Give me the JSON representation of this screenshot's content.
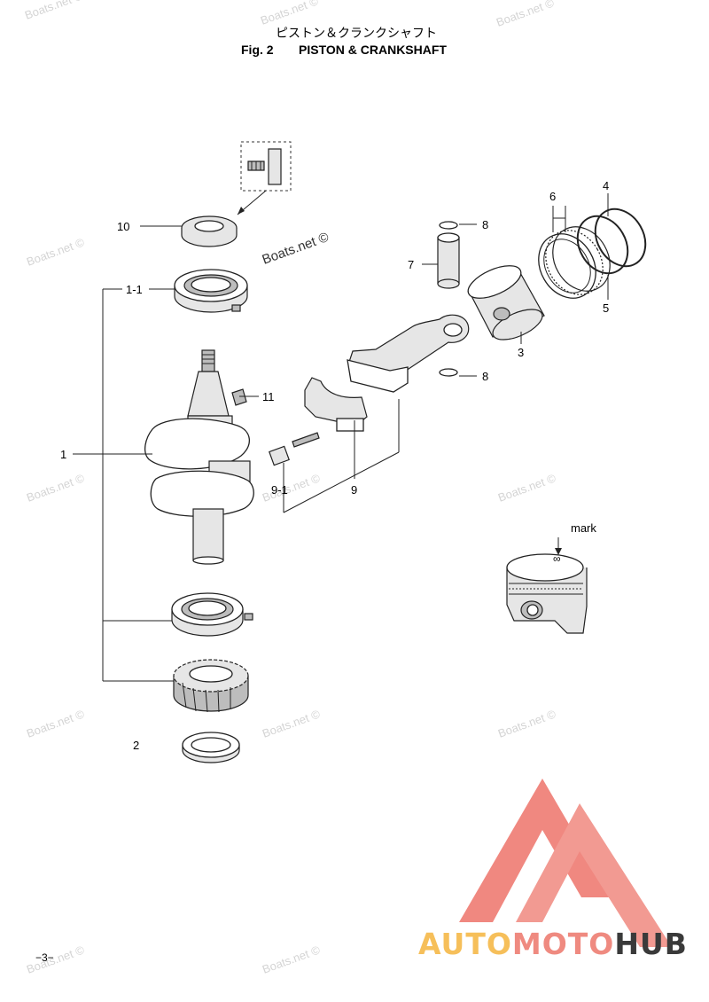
{
  "header": {
    "title_jp": "ピストン＆クランクシャフト",
    "fig_label": "Fig. 2",
    "title_en": "PISTON & CRANKSHAFT"
  },
  "callouts": {
    "c1": "1",
    "c1_1": "1-1",
    "c2": "2",
    "c3": "3",
    "c4": "4",
    "c5": "5",
    "c6": "6",
    "c7": "7",
    "c8a": "8",
    "c8b": "8",
    "c9": "9",
    "c9_1": "9-1",
    "c10": "10",
    "c11": "11",
    "mark": "mark"
  },
  "watermarks": {
    "text": "Boats.net ©"
  },
  "footer": {
    "page_number": "−3−"
  },
  "logo": {
    "part1": "AUTO",
    "part2": "MOTO",
    "part3": "HUB",
    "colors": {
      "auto": "#f6bf5a",
      "moto": "#ef8a80",
      "hub": "#3a3a3a",
      "triangle": "#f08880"
    }
  }
}
